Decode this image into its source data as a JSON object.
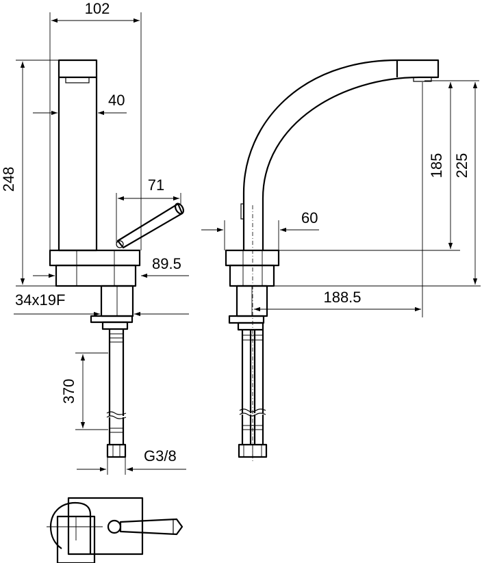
{
  "drawing": {
    "dimensions": {
      "d102": "102",
      "d40": "40",
      "d248": "248",
      "d71": "71",
      "d89_5": "89.5",
      "d34x19f": "34x19F",
      "d370": "370",
      "dg38": "G3/8",
      "d185": "185",
      "d225": "225",
      "d60": "60",
      "d188_5": "188.5"
    }
  }
}
